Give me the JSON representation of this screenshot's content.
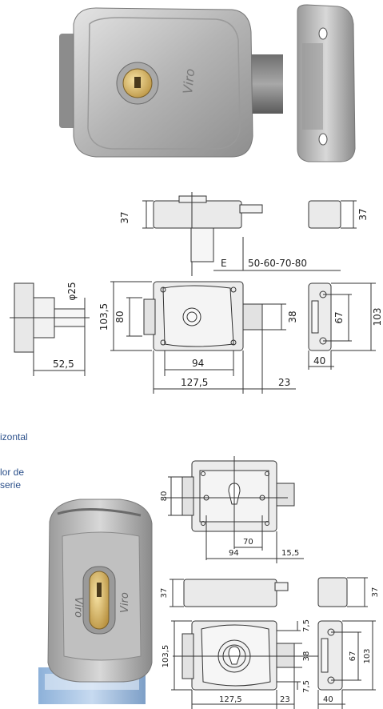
{
  "brand": "Viro",
  "captions": {
    "line1": "izontal",
    "line2": "lor de",
    "line3": "serie"
  },
  "diagram_top": {
    "height_top_left": "37",
    "height_top_right": "37",
    "bolt_label": "E",
    "bolt_options": "50-60-70-80",
    "cylinder_diameter": "φ25",
    "cylinder_length": "52,5",
    "body_height": "103,5",
    "inner_height": "80",
    "bolt_height": "38",
    "holes_width": "94",
    "body_width": "127,5",
    "bolt_projection": "23",
    "keeper_holes": "67",
    "keeper_height": "103",
    "keeper_width": "40"
  },
  "diagram_bottom": {
    "mount_height": "80",
    "inner_distance": "70",
    "outer_distance": "94",
    "offset": "15,5",
    "height_left": "37",
    "height_right": "37",
    "body_height": "103,5",
    "upper_gap": "7,5",
    "lower_gap": "7,5",
    "bolt_height": "38",
    "keeper_holes": "67",
    "keeper_height": "103",
    "body_width": "127,5",
    "bolt_projection": "23",
    "keeper_width": "40"
  }
}
